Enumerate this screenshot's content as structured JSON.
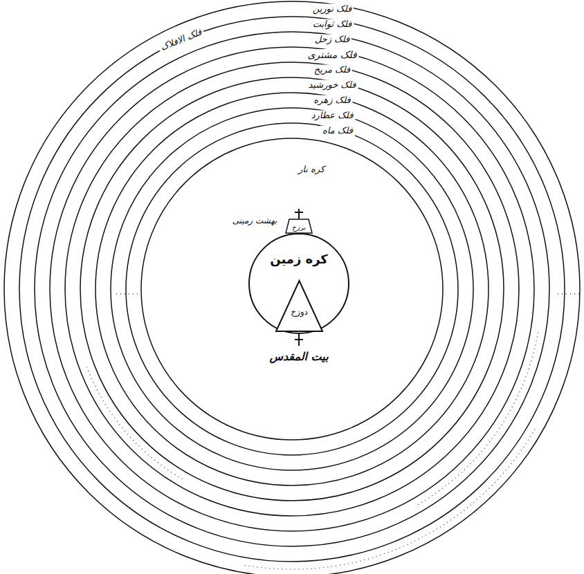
{
  "diagram": {
    "nodes": [
      {
        "text": [
          "کره زمین"
        ]
      },
      {
        "text": [
          "دوزخ"
        ],
        "in": 0
      },
      {
        "text": [
          "برزخ"
        ]
      }
    ],
    "labels": [
      "فلک نورین",
      "فلک الافلاک",
      "فلک ثوابت",
      "فلک زحل",
      "فلک مشتری",
      "فلک مریخ",
      "فلک خورشید",
      "فلک زهره",
      "فلک عطارد",
      "فلک ماه",
      "کره نار",
      "بهشت زمینی",
      "بیت المقدس"
    ]
  }
}
